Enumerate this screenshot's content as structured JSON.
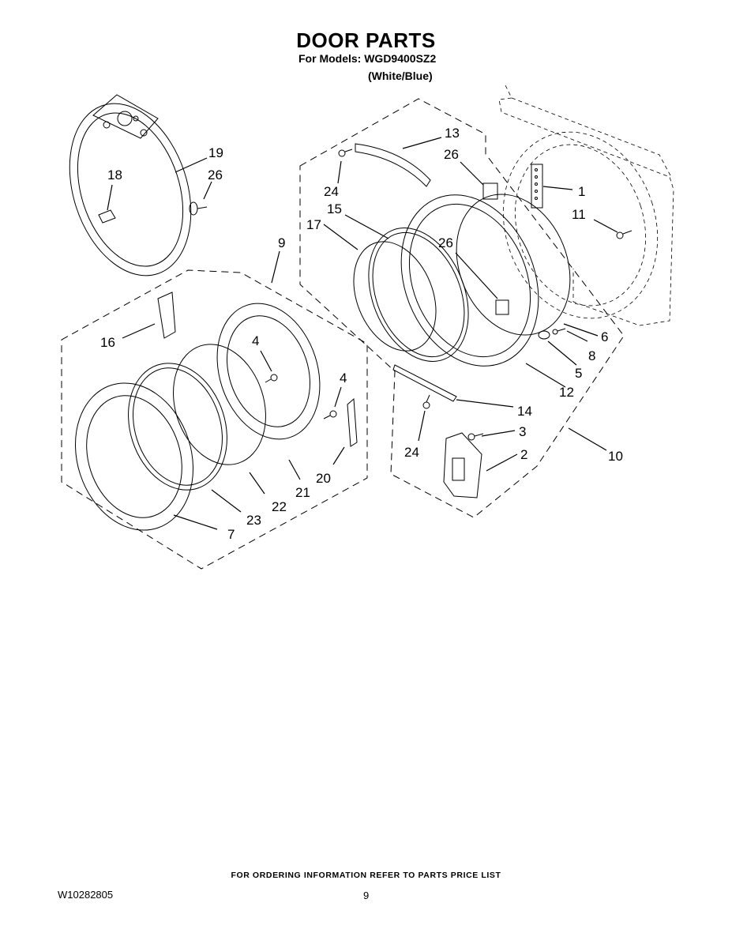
{
  "header": {
    "title": "DOOR PARTS",
    "models_line": "For Models: WGD9400SZ2",
    "color_line": "(White/Blue)"
  },
  "footer": {
    "ordering_note": "FOR ORDERING INFORMATION REFER TO PARTS PRICE LIST",
    "document_number": "W10282805",
    "page_number": "9"
  },
  "callouts": {
    "c1": "1",
    "c2": "2",
    "c3": "3",
    "c4a": "4",
    "c4b": "4",
    "c5": "5",
    "c6": "6",
    "c7": "7",
    "c8": "8",
    "c9": "9",
    "c10": "10",
    "c11": "11",
    "c12": "12",
    "c13": "13",
    "c14": "14",
    "c15": "15",
    "c16": "16",
    "c17": "17",
    "c18": "18",
    "c19": "19",
    "c20": "20",
    "c21": "21",
    "c22": "22",
    "c23": "23",
    "c24a": "24",
    "c24b": "24",
    "c26a": "26",
    "c26b": "26",
    "c26c": "26"
  }
}
